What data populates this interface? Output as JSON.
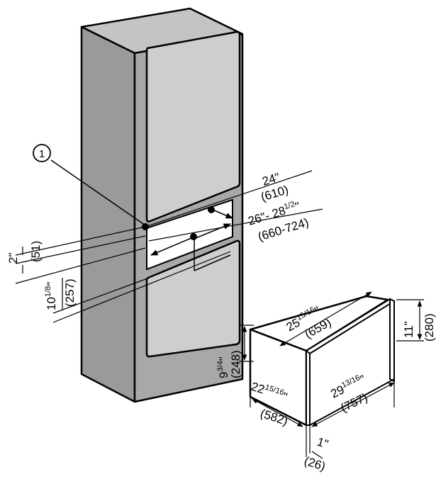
{
  "callout": {
    "number": "1"
  },
  "cabinet": {
    "width_in": "24\"",
    "width_mm": "(610)",
    "height_in_a": "26\"- 28",
    "height_in_frac": "1/2",
    "height_in_end": "\"",
    "height_mm": "(660-724)",
    "offset_in": "2\"",
    "offset_mm": "(51)",
    "opening_in_a": "10",
    "opening_in_frac": "1/8",
    "opening_in_end": "\"",
    "opening_mm": "(257)"
  },
  "drawer": {
    "depth_in_a": "25",
    "depth_in_frac": "15/16",
    "depth_in_end": "\"",
    "depth_mm": "(659)",
    "front_height_in": "11\"",
    "front_height_mm": "(280)",
    "box_height_in_a": "9",
    "box_height_in_frac": "3/4",
    "box_height_in_end": "\"",
    "box_height_mm": "(248)",
    "box_width_in_a": "22",
    "box_width_in_frac": "15/16",
    "box_width_in_end": "\"",
    "box_width_mm": "(582)",
    "front_width_in_a": "29",
    "front_width_in_frac": "13/16",
    "front_width_in_end": "\"",
    "front_width_mm": "(757)",
    "front_thickness_in": "1\"",
    "front_thickness_mm": "(26)"
  },
  "colors": {
    "cabinet_side": "#a3a3a3",
    "cabinet_top": "#c4c4c4",
    "panel": "#cdcdcd",
    "line": "#000000"
  }
}
